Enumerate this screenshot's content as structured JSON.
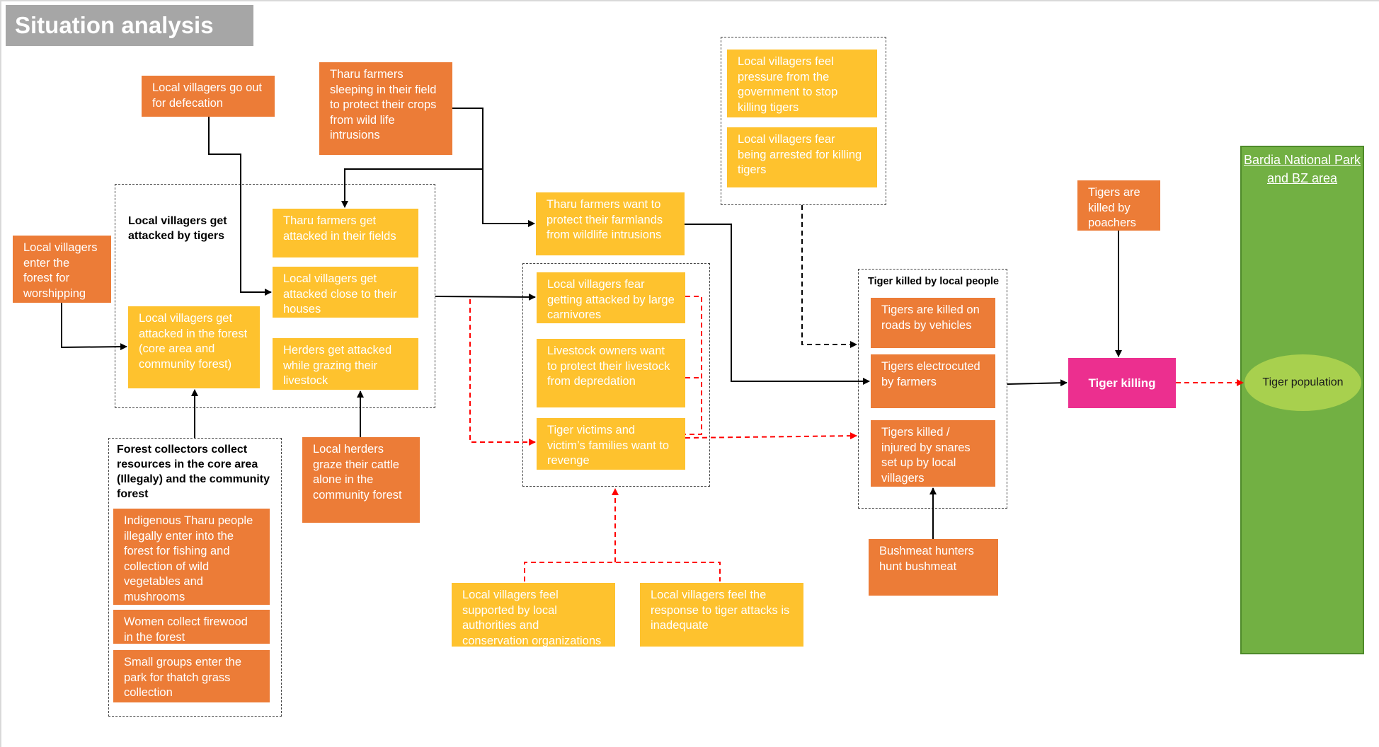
{
  "title": "Situation analysis",
  "groups": {
    "attacked": "Local villagers get attacked by tigers",
    "forest_collectors": "Forest collectors collect resources in the core area (Illegaly)  and the community forest",
    "tiger_killed": "Tiger killed by local people"
  },
  "boxes": {
    "go_out_defecation": "Local villagers go out for defecation",
    "tharu_sleeping": "Tharu farmers sleeping in their field to protect their crops from wild life intrusions",
    "enter_worship": "Local villagers enter the forest for worshipping",
    "tharu_attacked_fields": "Tharu farmers get attacked in their fields",
    "attacked_houses": "Local villagers get attacked close to their houses",
    "attacked_forest": "Local villagers get attacked in the forest (core area and community forest)",
    "herders_attacked": "Herders get attacked while grazing their livestock",
    "indigenous_tharu": "Indigenous Tharu people illegally enter into the forest for fishing and collection of wild vegetables and mushrooms",
    "women_firewood": "Women collect firewood in the forest",
    "thatch_grass": "Small groups enter the park for thatch grass collection",
    "local_herders": "Local herders graze their cattle alone in the community forest",
    "pressure_gov": "Local villagers feel pressure from the government to stop killing tigers",
    "fear_arrested": "Local villagers fear being arrested for killing tigers",
    "tharu_protect": "Tharu farmers want to protect their farmlands from wildlife intrusions",
    "fear_carnivores": "Local villagers fear getting attacked by large carnivores",
    "livestock_owners": "Livestock owners want to protect their livestock from depredation",
    "tiger_victims": "Tiger victims and victim’s families want to revenge",
    "feel_supported": "Local villagers feel supported by local authorities and conservation organizations",
    "response_inadequate": "Local villagers feel the response to tiger attacks is inadequate",
    "killed_roads": "Tigers are killed on roads by vehicles",
    "electrocuted": "Tigers electrocuted by farmers",
    "snares": "Tigers killed / injured by snares set up by local villagers",
    "bushmeat": "Bushmeat hunters hunt bushmeat",
    "poachers": "Tigers are killed by poachers",
    "tiger_killing": "Tiger killing",
    "bardia": "Bardia  National Park  and BZ area",
    "tiger_population": "Tiger population"
  },
  "colors": {
    "orange": "#ec7c37",
    "yellow": "#fec22e",
    "pink": "#ec2f8f",
    "green": "#72b043",
    "light_green": "#a8d04e",
    "title_gray": "#a6a6a6",
    "red_link": "#ff0000"
  }
}
